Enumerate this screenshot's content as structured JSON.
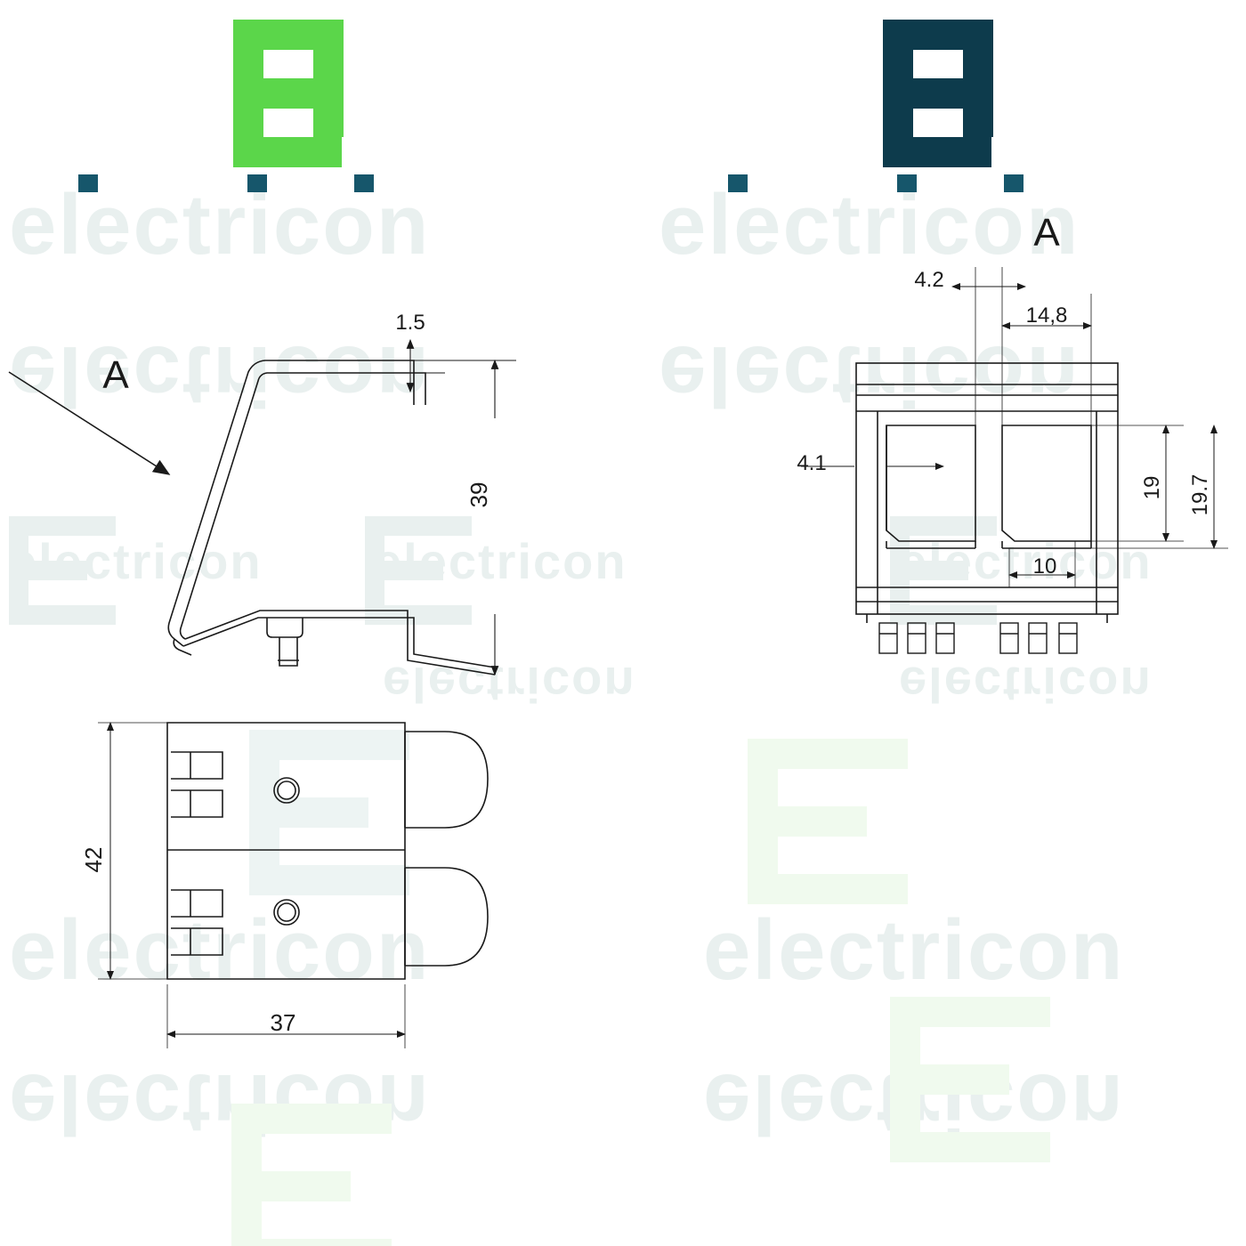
{
  "document": {
    "type": "technical-drawing",
    "title": "electricon",
    "views": [
      {
        "name": "side-view",
        "label": "A",
        "position": "top-left"
      },
      {
        "name": "detail-view",
        "label": "A",
        "position": "top-right"
      },
      {
        "name": "top-view",
        "label": "",
        "position": "bottom-left"
      }
    ]
  },
  "branding": {
    "logo_green": {
      "name": "electricon-logo-green",
      "color": "#5bd64a"
    },
    "logo_dark": {
      "name": "electricon-logo-dark",
      "color": "#0d3b4c"
    },
    "watermark_text": "electricon",
    "watermark_color": "#e9f0ef",
    "watermark_green": "#eef8ec"
  },
  "dimensions": {
    "side_view": [
      {
        "name": "dim-1-5",
        "value": "1.5"
      },
      {
        "name": "dim-39",
        "value": "39"
      }
    ],
    "detail_view": [
      {
        "name": "dim-4-2",
        "value": "4.2"
      },
      {
        "name": "dim-14-8",
        "value": "14,8"
      },
      {
        "name": "dim-4-1",
        "value": "4.1"
      },
      {
        "name": "dim-19",
        "value": "19"
      },
      {
        "name": "dim-19-7",
        "value": "19.7"
      },
      {
        "name": "dim-10",
        "value": "10"
      }
    ],
    "top_view": [
      {
        "name": "dim-42",
        "value": "42"
      },
      {
        "name": "dim-37",
        "value": "37"
      }
    ]
  },
  "callouts": {
    "left_label": "A",
    "right_label": "A"
  },
  "colors": {
    "line": "#1a1a1a",
    "watermark": "#e9f0ef",
    "watermark_green": "#effaed",
    "logo_green": "#5bd64a",
    "logo_dark": "#0d3b4c"
  }
}
